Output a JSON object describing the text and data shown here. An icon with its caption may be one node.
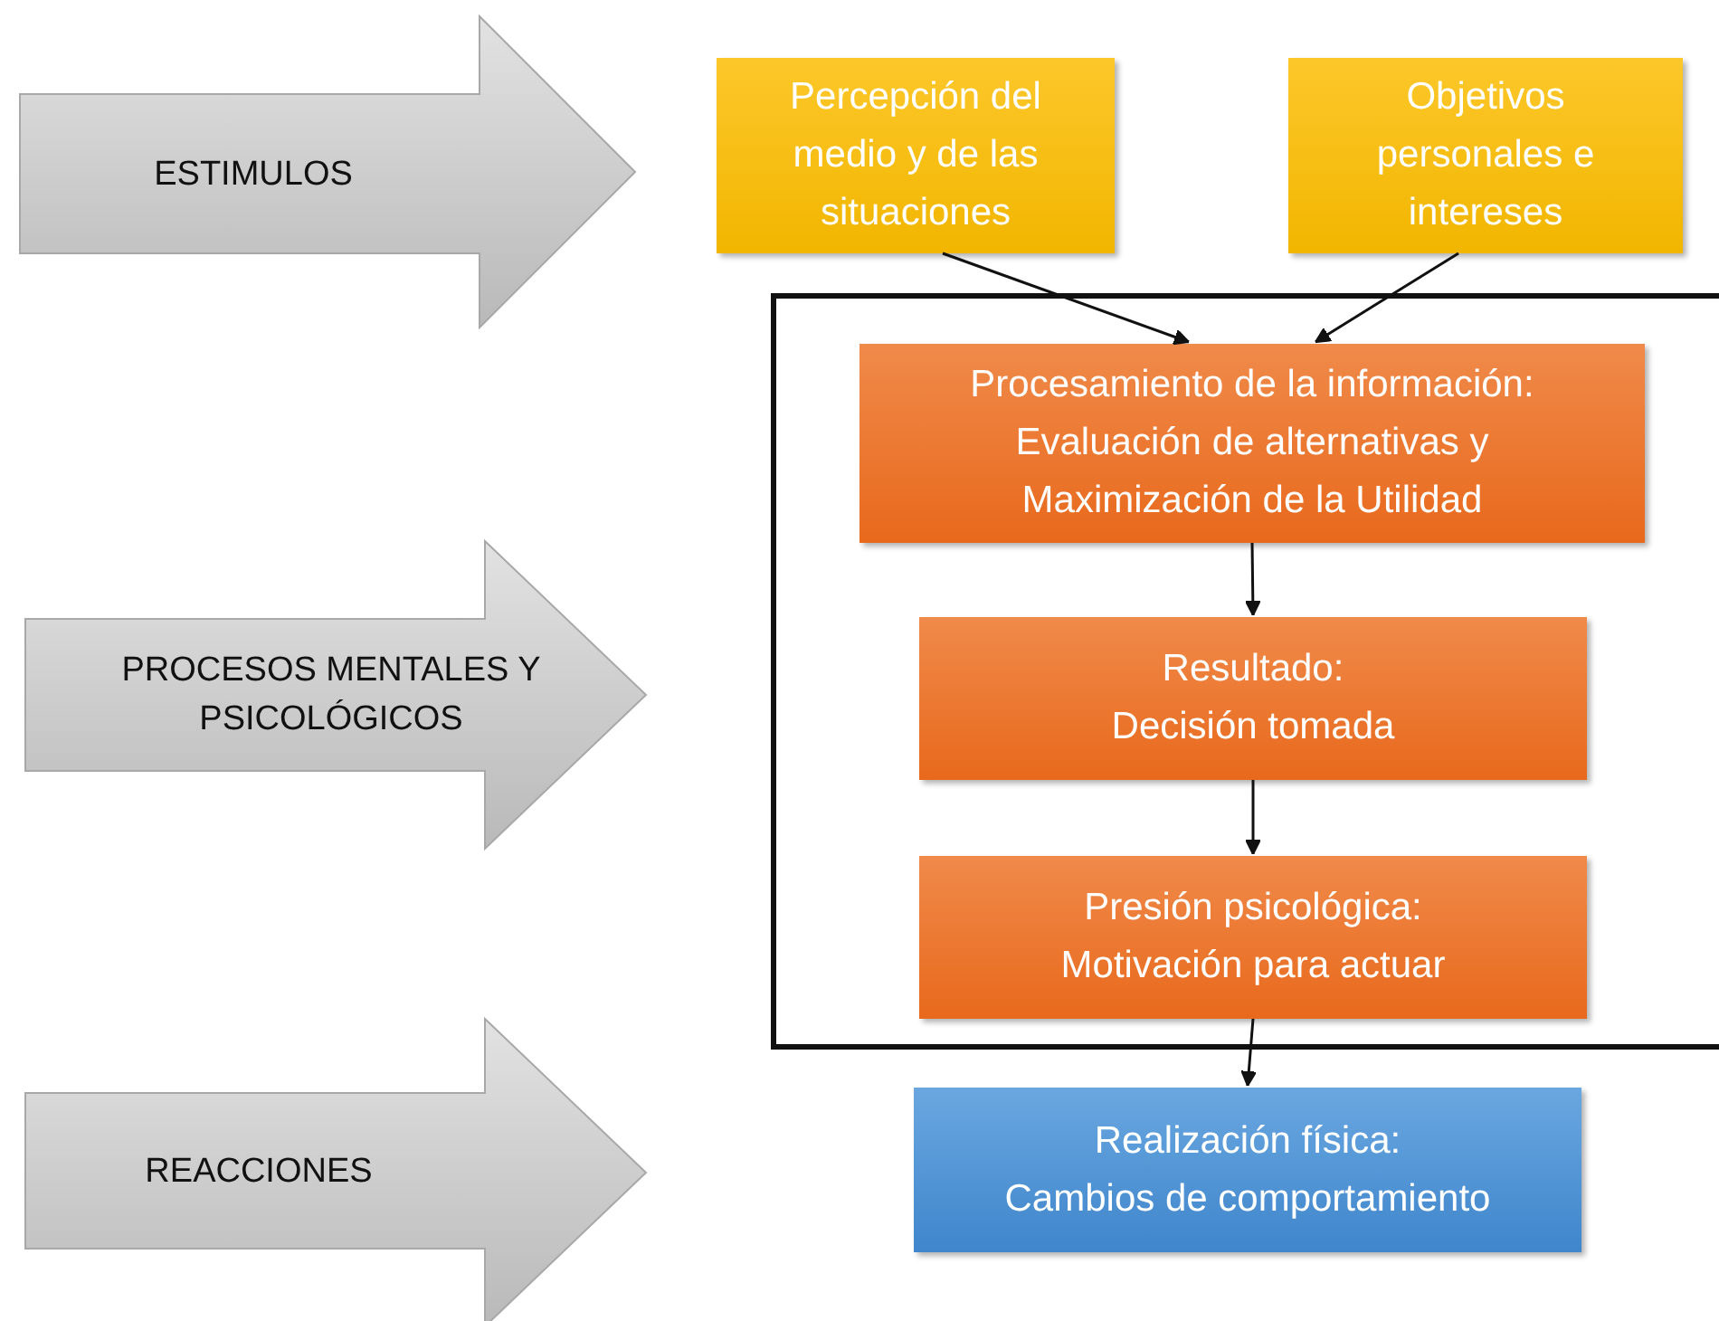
{
  "diagram": {
    "nodes": [
      {
        "text": [
          "ESTIMULOS"
        ]
      },
      {
        "text": [
          "Percepción del medio y de las situaciones"
        ]
      },
      {
        "text": [
          "Objetivos personales e intereses"
        ]
      },
      {
        "text": [
          "PROCESOS MENTALES Y PSICOLÓGICOS"
        ]
      },
      {
        "text": [],
        "shape": "box"
      },
      {
        "text": [
          "Procesamiento de la información:",
          "Evaluación de alternativas y Maximización de la Utilidad"
        ],
        "in": 4
      },
      {
        "text": [
          "Resultado:",
          "Decisión tomada"
        ],
        "in": 4
      },
      {
        "text": [
          "Presión psicológica:",
          "Motivación para actuar"
        ],
        "in": 4
      },
      {
        "text": [
          "REACCIONES"
        ]
      },
      {
        "text": [
          "Realización física:",
          "Cambios de comportamiento"
        ]
      }
    ],
    "edges": [
      {
        "from": 1,
        "to": 5,
        "arrow": "to"
      },
      {
        "from": 2,
        "to": 5,
        "arrow": "to"
      },
      {
        "from": 5,
        "to": 6,
        "arrow": "to"
      },
      {
        "from": 6,
        "to": 7,
        "arrow": "to"
      },
      {
        "from": 7,
        "to": 9,
        "arrow": "to"
      }
    ]
  }
}
